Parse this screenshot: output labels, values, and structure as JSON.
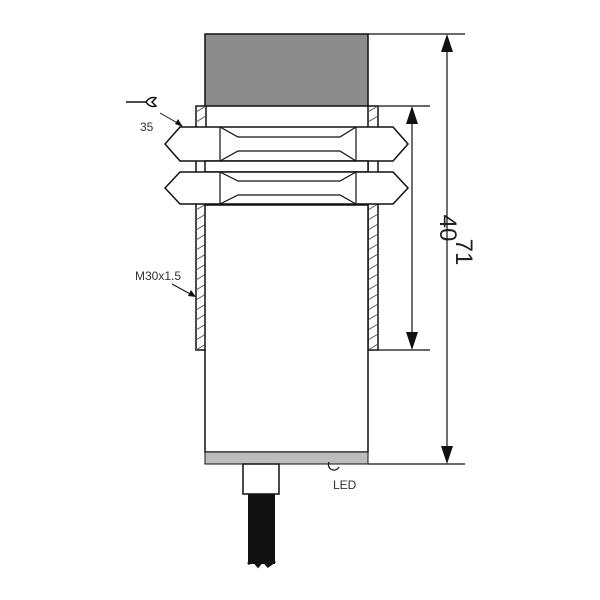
{
  "labels": {
    "wrench_size": "35",
    "thread": "M30x1.5",
    "led": "LED",
    "dim_thread_length": "40",
    "dim_total_length": "71"
  },
  "colors": {
    "line": "#111111",
    "cap": "#8c8c8c",
    "thread_hatch": "#555555",
    "cable": "#111111",
    "led_band": "#bdbdbd"
  }
}
